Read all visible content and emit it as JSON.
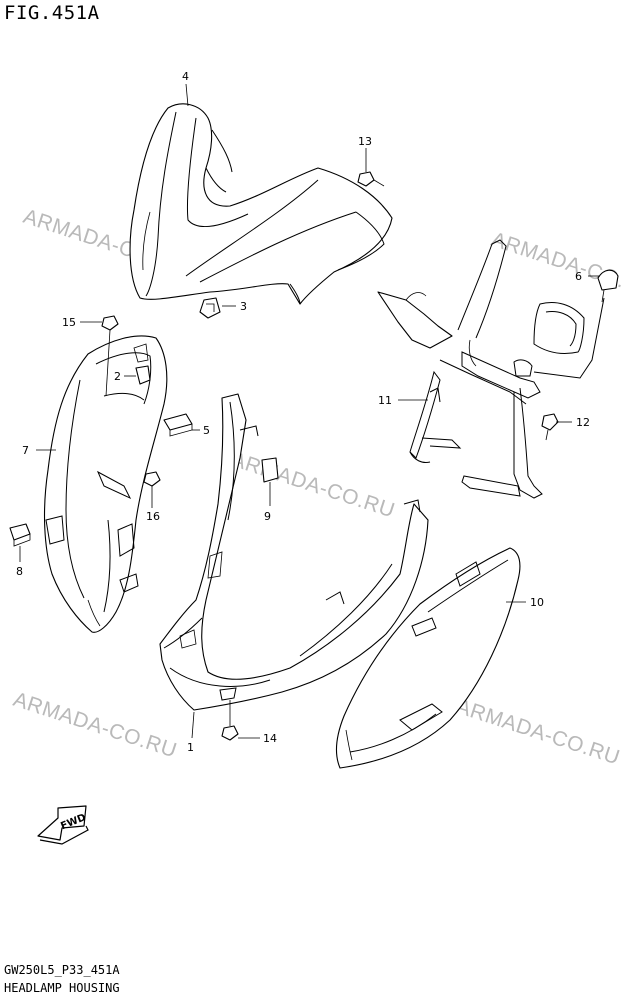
{
  "figure": {
    "title": "FIG.451A",
    "code": "GW250L5_P33_451A",
    "description": "HEADLAMP HOUSING"
  },
  "watermark": {
    "text": "ARMADA-CO.RU",
    "color": "#b9b9b9"
  },
  "fwd_badge": "FWD",
  "callouts": [
    "1",
    "2",
    "3",
    "4",
    "5",
    "6",
    "7",
    "8",
    "9",
    "10",
    "11",
    "12",
    "13",
    "14",
    "15",
    "16"
  ]
}
